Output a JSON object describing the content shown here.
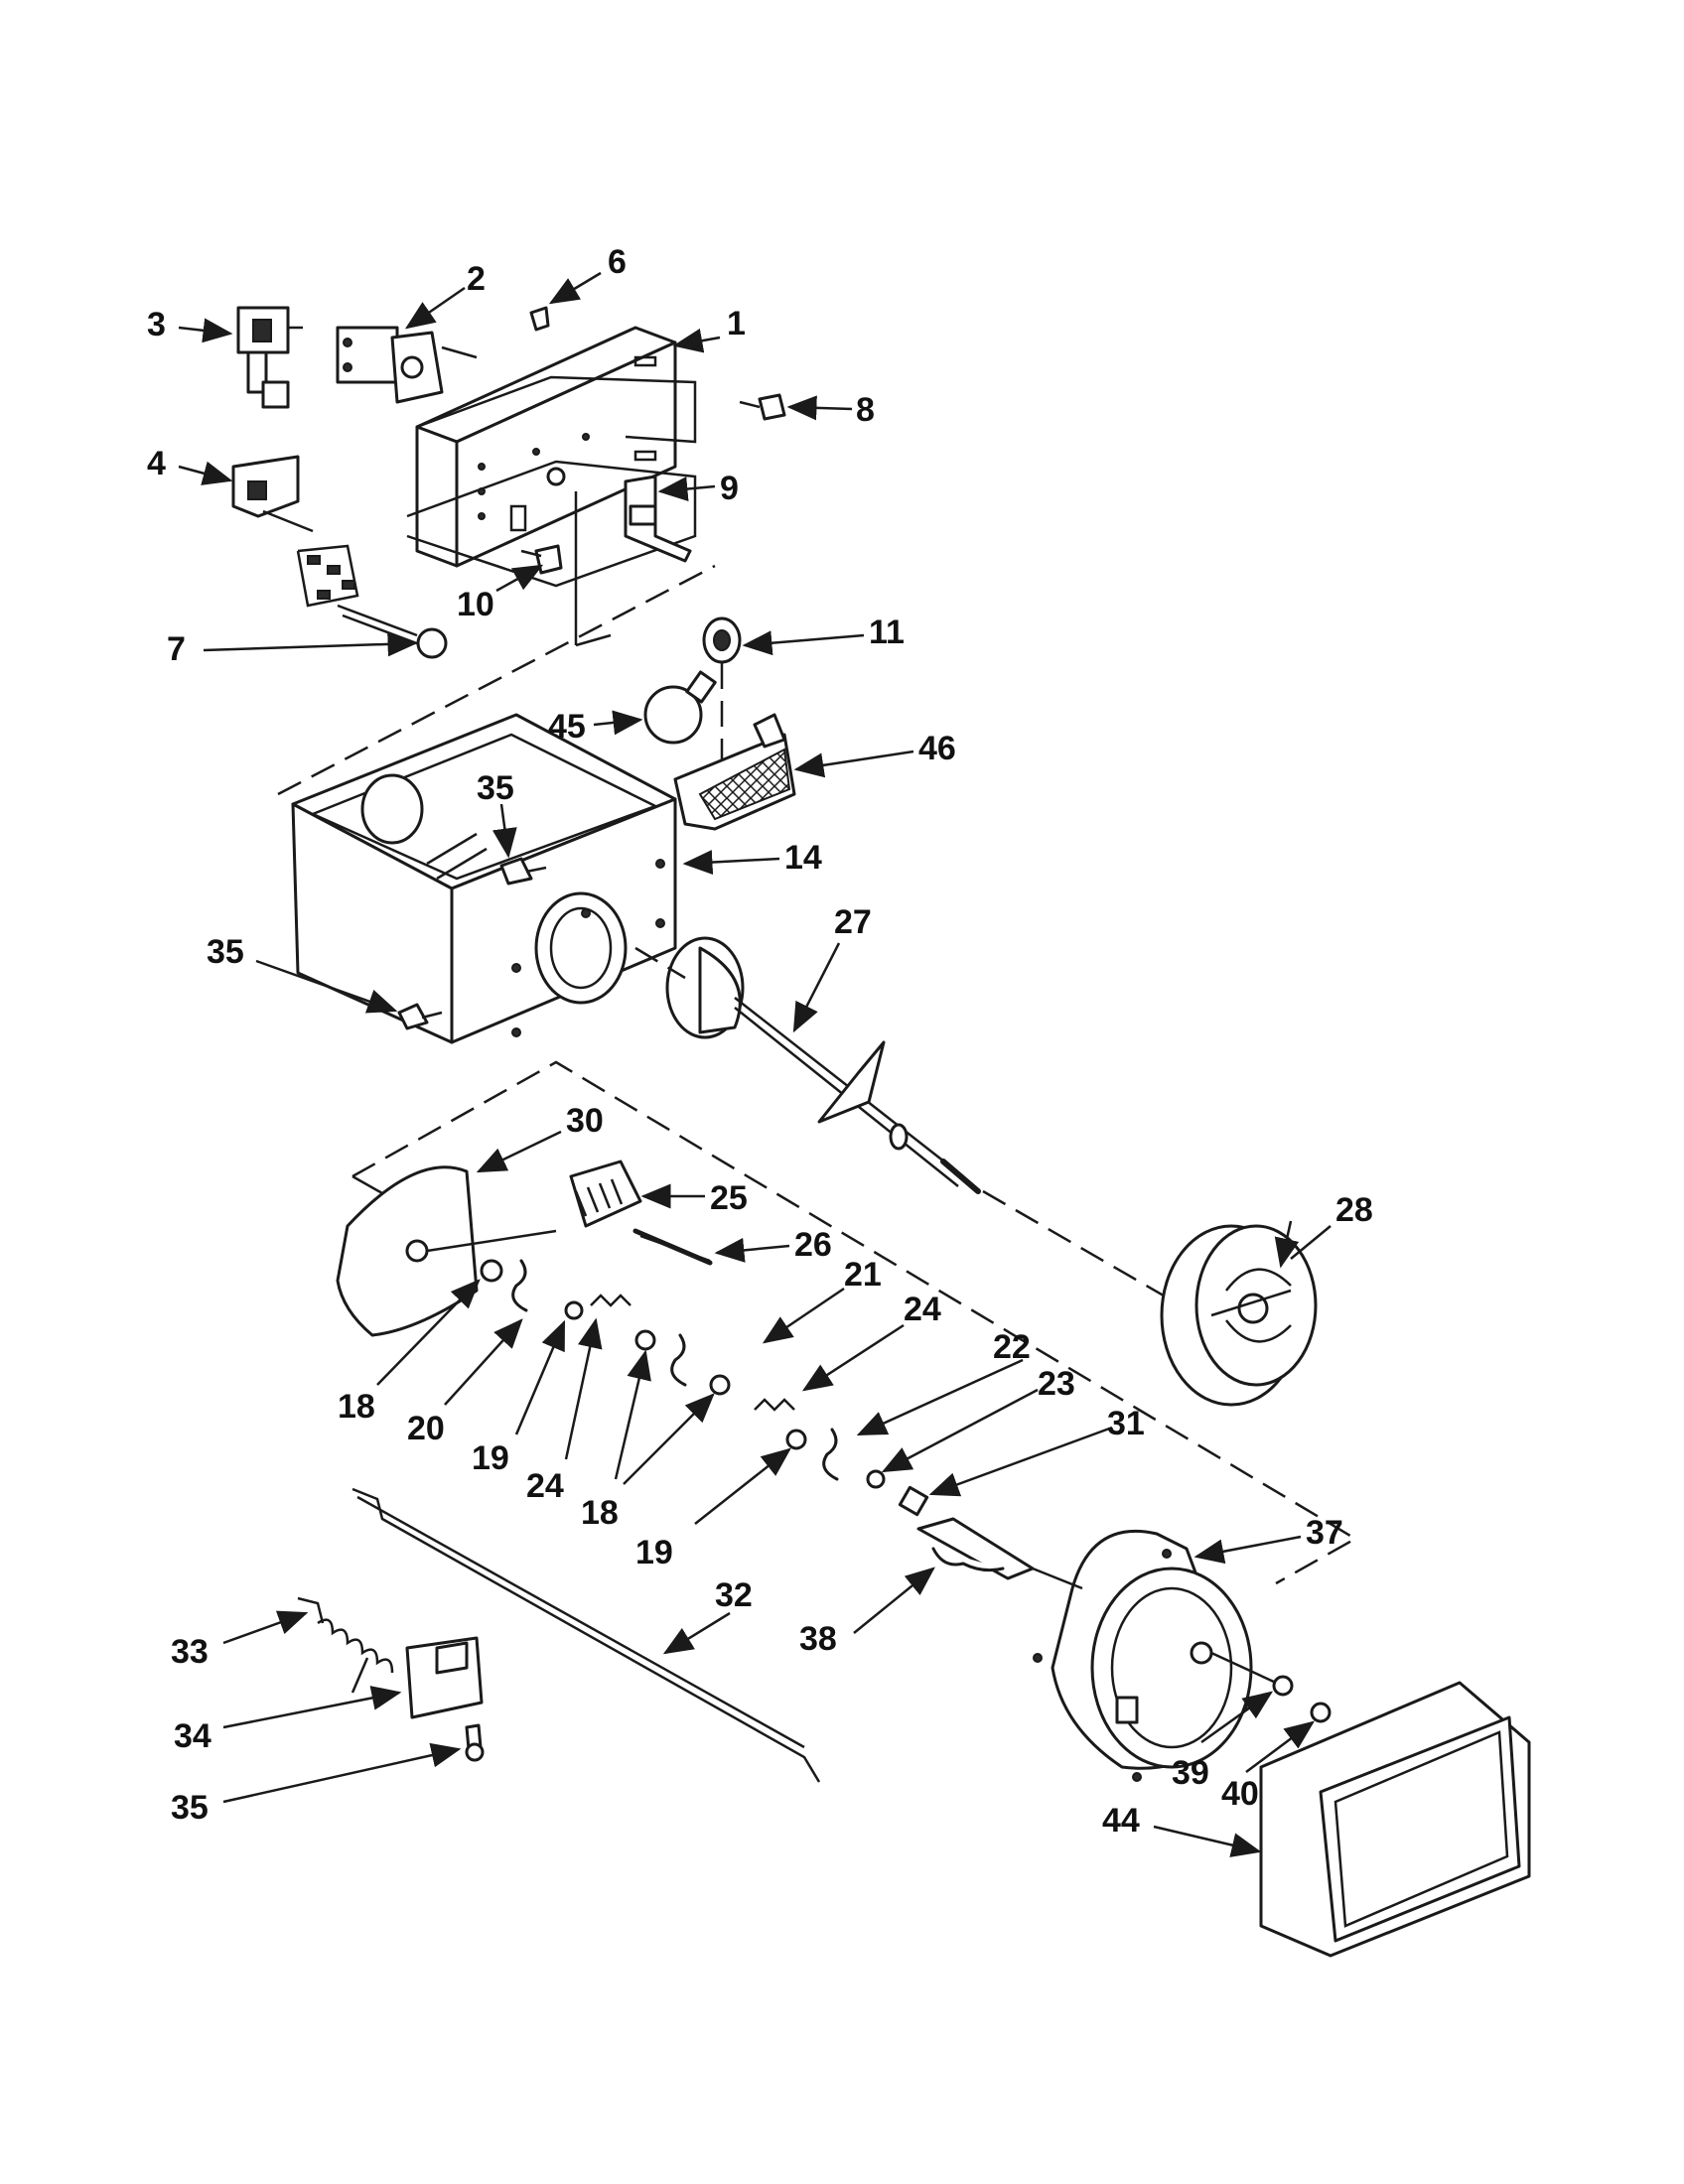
{
  "diagram": {
    "callouts": [
      "1",
      "2",
      "3",
      "4",
      "6",
      "7",
      "8",
      "9",
      "10",
      "11",
      "45",
      "46",
      "35",
      "14",
      "35",
      "27",
      "30",
      "25",
      "26",
      "28",
      "21",
      "24",
      "22",
      "23",
      "31",
      "18",
      "20",
      "19",
      "24",
      "18",
      "19",
      "37",
      "32",
      "38",
      "33",
      "34",
      "35",
      "39",
      "40",
      "44"
    ],
    "line_color": "#1a1a1a",
    "background": "#ffffff"
  }
}
